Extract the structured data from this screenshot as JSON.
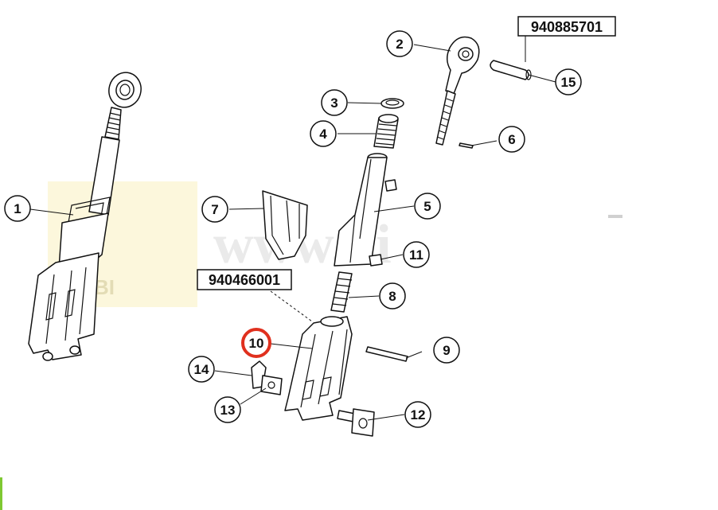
{
  "watermark": {
    "text": "www.bi",
    "logo_letters": "BI"
  },
  "part_numbers": {
    "top_right": "940885701",
    "middle": "940466001"
  },
  "callouts": [
    {
      "label": "1"
    },
    {
      "label": "2"
    },
    {
      "label": "3"
    },
    {
      "label": "4"
    },
    {
      "label": "5"
    },
    {
      "label": "6"
    },
    {
      "label": "7"
    },
    {
      "label": "8"
    },
    {
      "label": "9"
    },
    {
      "label": "10",
      "highlighted": true
    },
    {
      "label": "11"
    },
    {
      "label": "12"
    },
    {
      "label": "13"
    },
    {
      "label": "14"
    },
    {
      "label": "15"
    }
  ],
  "colors": {
    "highlight_ring": "#e0301e",
    "left_edge_bar": "#7ec832",
    "watermark_box": "#fbf5d3"
  }
}
